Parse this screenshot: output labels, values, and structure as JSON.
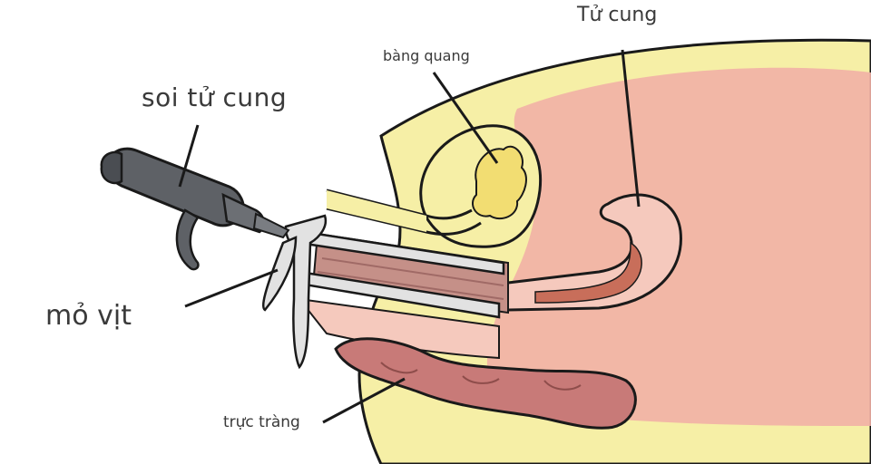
{
  "labels": {
    "tu_cung": "Tử cung",
    "bang_quang": "bàng quang",
    "soi_tu_cung": "soi tử cung",
    "mo_vit": "mỏ vịt",
    "truc_trang": "trực tràng"
  },
  "colors": {
    "skin": "#f6efa6",
    "tissue": "#f2b0a6",
    "bladder": "#f2dd72",
    "uterus": "#f5c9bd",
    "rectum": "#c87a78",
    "instrument": "#5e6166",
    "speculum": "#e2e2e2",
    "outline": "#1a1a1a"
  }
}
